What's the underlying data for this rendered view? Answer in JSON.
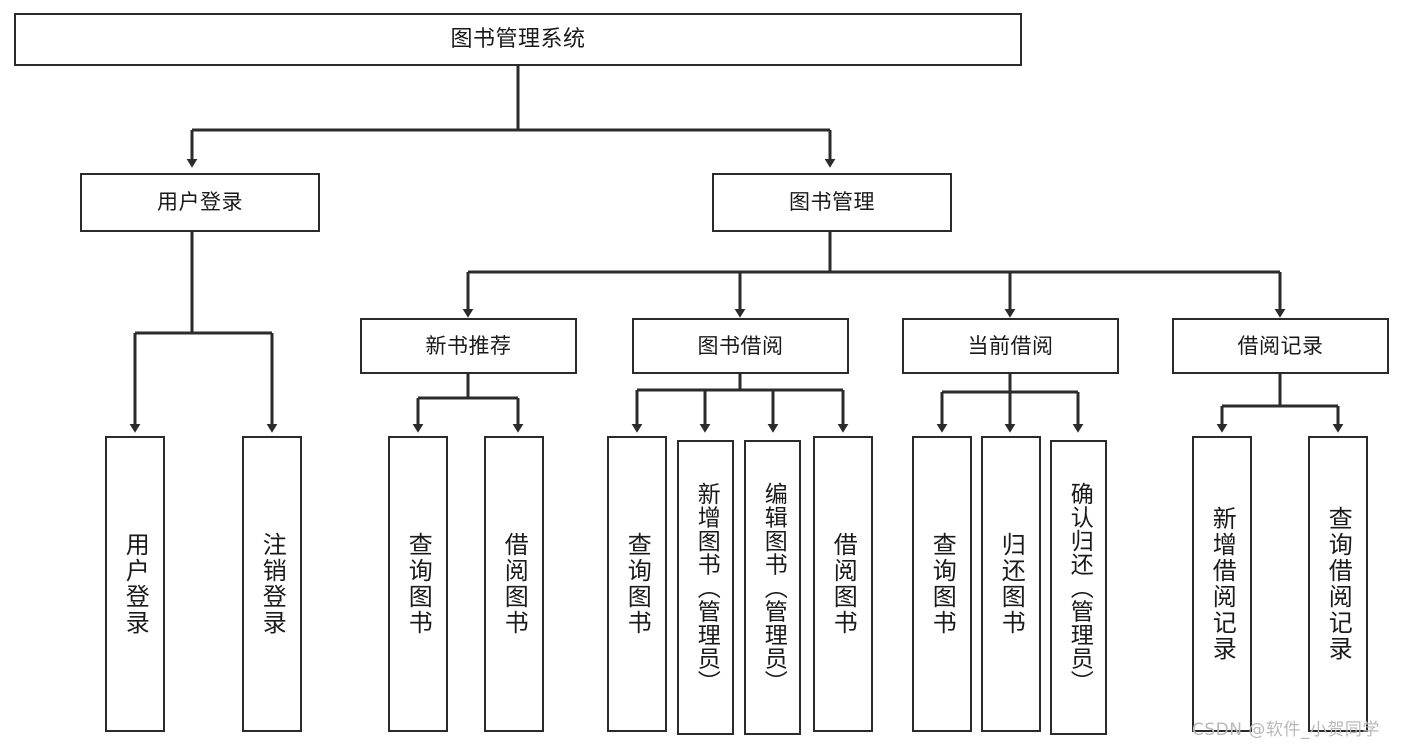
{
  "diagram": {
    "title": "图书管理系统",
    "type": "tree-hierarchy-chart",
    "colors": {
      "stroke": "#2b2b2b",
      "fill": "#ffffff",
      "text": "#1a1a1a",
      "watermark": "#b9b9b9"
    },
    "nodes": {
      "root": {
        "label": "图书管理系统"
      },
      "level2": [
        {
          "id": "user-login",
          "label": "用户登录"
        },
        {
          "id": "book-management",
          "label": "图书管理"
        }
      ],
      "level3": [
        {
          "id": "new-book-recommend",
          "label": "新书推荐"
        },
        {
          "id": "book-borrow",
          "label": "图书借阅"
        },
        {
          "id": "current-borrow",
          "label": "当前借阅"
        },
        {
          "id": "borrow-record",
          "label": "借阅记录"
        }
      ],
      "leaves": {
        "user-login": [
          {
            "id": "leaf-user-login",
            "label": "用户登录"
          },
          {
            "id": "leaf-logout-login",
            "label": "注销登录"
          }
        ],
        "new-book-recommend": [
          {
            "id": "leaf-query-book-1",
            "label": "查询图书"
          },
          {
            "id": "leaf-borrow-book-1",
            "label": "借阅图书"
          }
        ],
        "book-borrow": [
          {
            "id": "leaf-query-book-2",
            "label": "查询图书"
          },
          {
            "id": "leaf-add-book",
            "label": "新增图书（管理员）"
          },
          {
            "id": "leaf-edit-book",
            "label": "编辑图书（管理员）"
          },
          {
            "id": "leaf-borrow-book-2",
            "label": "借阅图书"
          }
        ],
        "current-borrow": [
          {
            "id": "leaf-query-book-3",
            "label": "查询图书"
          },
          {
            "id": "leaf-return-book",
            "label": "归还图书"
          },
          {
            "id": "leaf-confirm-return",
            "label": "确认归还（管理员）"
          }
        ],
        "borrow-record": [
          {
            "id": "leaf-add-record",
            "label": "新增借阅记录"
          },
          {
            "id": "leaf-query-record",
            "label": "查询借阅记录"
          }
        ]
      }
    },
    "watermark": "CSDN @软件_小贺同学"
  }
}
